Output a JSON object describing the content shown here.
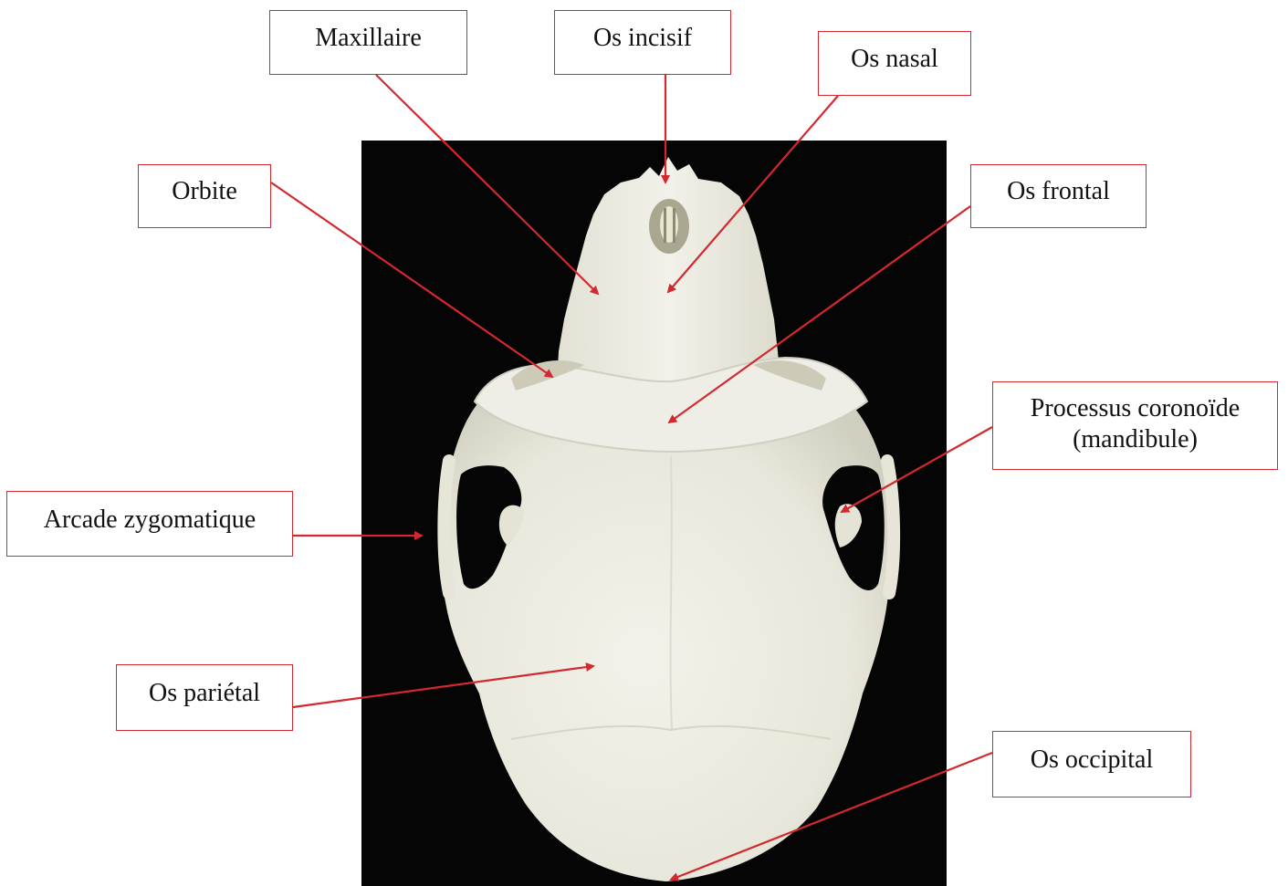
{
  "colors": {
    "accent": "#d3282e",
    "photo_background": "#050505",
    "bone": "#ecebe1",
    "bone_shadow": "#b9b8a6"
  },
  "photo": {
    "subject": "skull-dorsal-view"
  },
  "labels": {
    "maxillaire": "Maxillaire",
    "os_incisif": "Os incisif",
    "os_nasal": "Os nasal",
    "orbite": "Orbite",
    "os_frontal": "Os frontal",
    "processus_coronoide_line1": "Processus coronoïde",
    "processus_coronoide_line2": "(mandibule)",
    "arcade_zygomatique": "Arcade zygomatique",
    "os_parietal": "Os pariétal",
    "os_occipital": "Os occipital"
  }
}
